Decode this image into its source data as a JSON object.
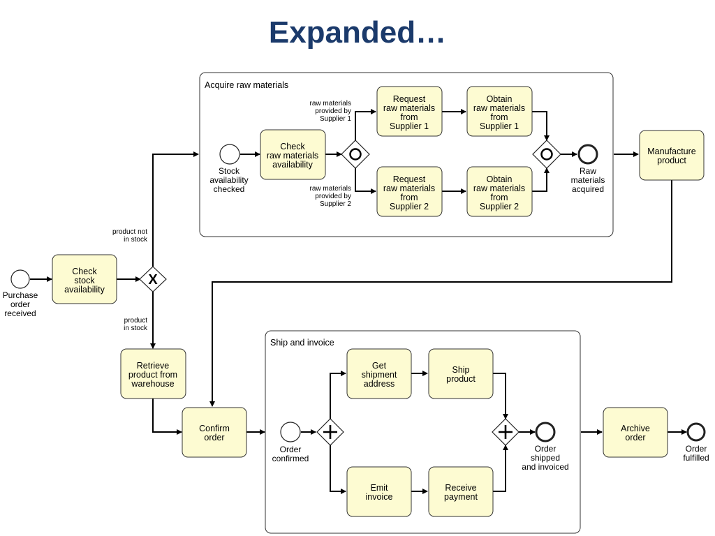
{
  "slide": {
    "title": "Expanded…"
  },
  "subprocesses": {
    "acquire": "Acquire raw materials",
    "ship": "Ship and invoice"
  },
  "tasks": {
    "check_stock": [
      "Check",
      "stock",
      "availability"
    ],
    "retrieve": [
      "Retrieve",
      "product from",
      "warehouse"
    ],
    "confirm": [
      "Confirm",
      "order"
    ],
    "check_raw": [
      "Check",
      "raw materials",
      "availability"
    ],
    "req1": [
      "Request",
      "raw materials",
      "from",
      "Supplier 1"
    ],
    "req2": [
      "Request",
      "raw materials",
      "from",
      "Supplier 2"
    ],
    "obt1": [
      "Obtain",
      "raw materials",
      "from",
      "Supplier 1"
    ],
    "obt2": [
      "Obtain",
      "raw materials",
      "from",
      "Supplier 2"
    ],
    "manufacture": [
      "Manufacture",
      "product"
    ],
    "get_addr": [
      "Get",
      "shipment",
      "address"
    ],
    "ship_prod": [
      "Ship",
      "product"
    ],
    "emit": [
      "Emit",
      "invoice"
    ],
    "receive": [
      "Receive",
      "payment"
    ],
    "archive": [
      "Archive",
      "order"
    ]
  },
  "events": {
    "po_received": [
      "Purchase",
      "order",
      "received"
    ],
    "stock_checked": [
      "Stock",
      "availability",
      "checked"
    ],
    "raw_acquired": [
      "Raw",
      "materials",
      "acquired"
    ],
    "order_confirmed": [
      "Order",
      "confirmed"
    ],
    "shipped_invoiced": [
      "Order",
      "shipped",
      "and invoiced"
    ],
    "fulfilled": [
      "Order",
      "fulfilled"
    ]
  },
  "flow_labels": {
    "not_in_stock": [
      "product not",
      "in stock"
    ],
    "in_stock": [
      "product",
      "in stock"
    ],
    "supplier1": [
      "raw materials",
      "provided by",
      "Supplier 1"
    ],
    "supplier2": [
      "raw materials",
      "provided by",
      "Supplier 2"
    ]
  },
  "gateway_markers": {
    "xor": "X",
    "inclusive": "O",
    "parallel": "+"
  },
  "colors": {
    "title": "#1b3a6b",
    "task_fill": "#fdfbd2",
    "stroke": "#222222"
  }
}
